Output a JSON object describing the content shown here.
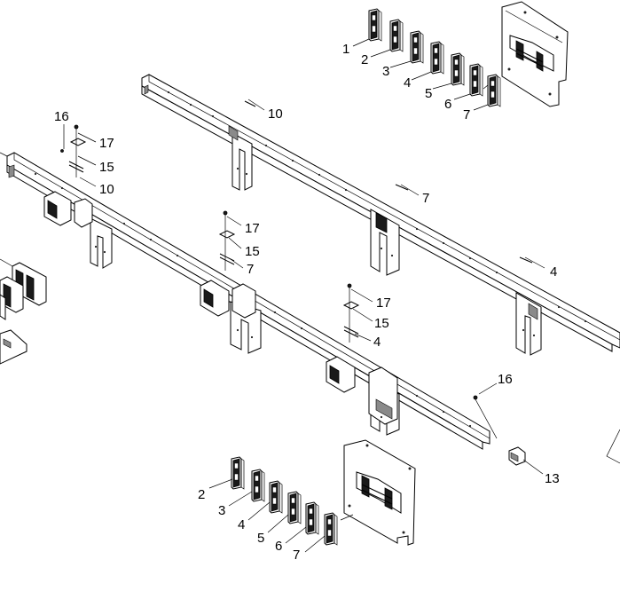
{
  "callouts": [
    {
      "id": "c-top-1",
      "text": "1"
    },
    {
      "id": "c-top-2",
      "text": "2"
    },
    {
      "id": "c-top-3",
      "text": "3"
    },
    {
      "id": "c-top-4",
      "text": "4"
    },
    {
      "id": "c-top-5",
      "text": "5"
    },
    {
      "id": "c-top-6",
      "text": "6"
    },
    {
      "id": "c-top-7",
      "text": "7"
    },
    {
      "id": "c-rail1-10",
      "text": "10"
    },
    {
      "id": "c-rail1-7",
      "text": "7"
    },
    {
      "id": "c-rail1-4",
      "text": "4"
    },
    {
      "id": "c-left-16",
      "text": "16"
    },
    {
      "id": "c-left-17",
      "text": "17"
    },
    {
      "id": "c-left-15",
      "text": "15"
    },
    {
      "id": "c-left-10",
      "text": "10"
    },
    {
      "id": "c-mid1-17",
      "text": "17"
    },
    {
      "id": "c-mid1-15",
      "text": "15"
    },
    {
      "id": "c-mid1-7",
      "text": "7"
    },
    {
      "id": "c-mid2-17",
      "text": "17"
    },
    {
      "id": "c-mid2-15",
      "text": "15"
    },
    {
      "id": "c-mid2-4",
      "text": "4"
    },
    {
      "id": "c-right-16",
      "text": "16"
    },
    {
      "id": "c-right-13",
      "text": "13"
    },
    {
      "id": "c-bot-2",
      "text": "2"
    },
    {
      "id": "c-bot-3",
      "text": "3"
    },
    {
      "id": "c-bot-4",
      "text": "4"
    },
    {
      "id": "c-bot-5",
      "text": "5"
    },
    {
      "id": "c-bot-6",
      "text": "6"
    },
    {
      "id": "c-bot-7",
      "text": "7"
    }
  ]
}
